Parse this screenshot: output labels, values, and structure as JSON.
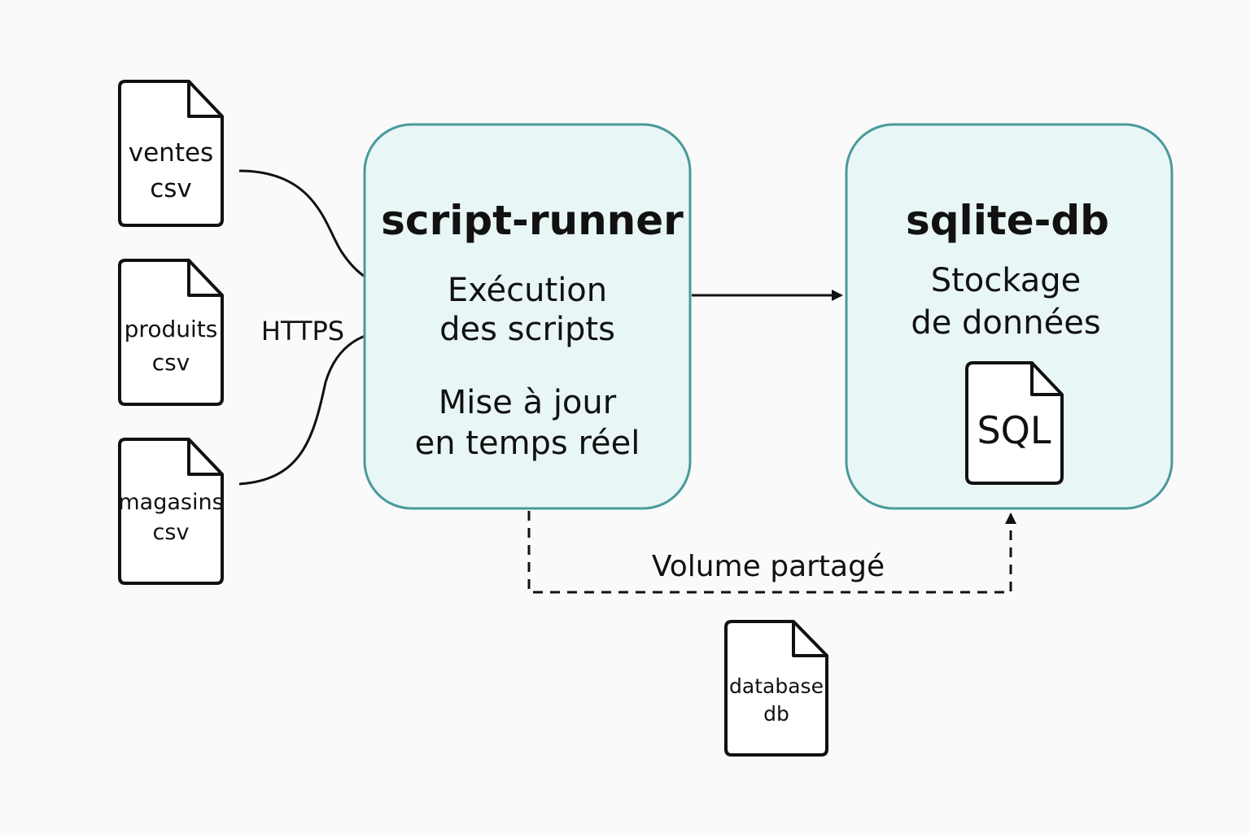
{
  "colors": {
    "background": "#fafafa",
    "box_fill": "#e9f6f6",
    "box_stroke": "#4a9a9a",
    "ink": "#111111"
  },
  "files": [
    {
      "id": "ventes",
      "line1": "ventes",
      "line2": "csv",
      "icon": "file-icon"
    },
    {
      "id": "produits",
      "line1": "produits",
      "line2": "csv",
      "icon": "file-icon"
    },
    {
      "id": "magasins",
      "line1": "magasins",
      "line2": "csv",
      "icon": "file-icon"
    }
  ],
  "edges": {
    "https_label": "HTTPS",
    "volume_label": "Volume partagé"
  },
  "script_runner": {
    "title": "script-runner",
    "line1": "Exécution",
    "line2": "des scripts",
    "line3": "Mise à jour",
    "line4": "en temps réel"
  },
  "sqlite_db": {
    "title": "sqlite-db",
    "line1": "Stockage",
    "line2": "de données",
    "icon_label": "SQL",
    "icon": "sql-file-icon"
  },
  "database_file": {
    "line1": "database",
    "line2": "db",
    "icon": "file-icon"
  }
}
